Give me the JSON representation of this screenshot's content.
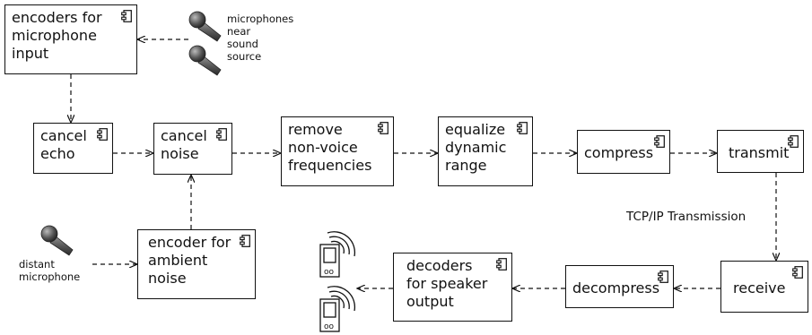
{
  "components": {
    "encoders_mic": "encoders for\nmicrophone\ninput",
    "cancel_echo": "cancel\necho",
    "cancel_noise": "cancel\nnoise",
    "remove_nonvoice": "remove\nnon-voice\nfrequencies",
    "equalize": "equalize\ndynamic\nrange",
    "compress": "compress",
    "transmit": "transmit",
    "encoder_ambient": "encoder for\nambient\nnoise",
    "decoders_speaker": "decoders\nfor speaker\noutput",
    "decompress": "decompress",
    "receive": "receive"
  },
  "notes": {
    "near_mics": "microphones\nnear\nsound\nsource",
    "distant_mic": "distant\nmicrophone"
  },
  "edge_labels": {
    "tcpip": "TCP/IP Transmission"
  },
  "speaker_marks": "oo",
  "icons": [
    "component-icon",
    "microphone-icon",
    "speaker-icon"
  ]
}
